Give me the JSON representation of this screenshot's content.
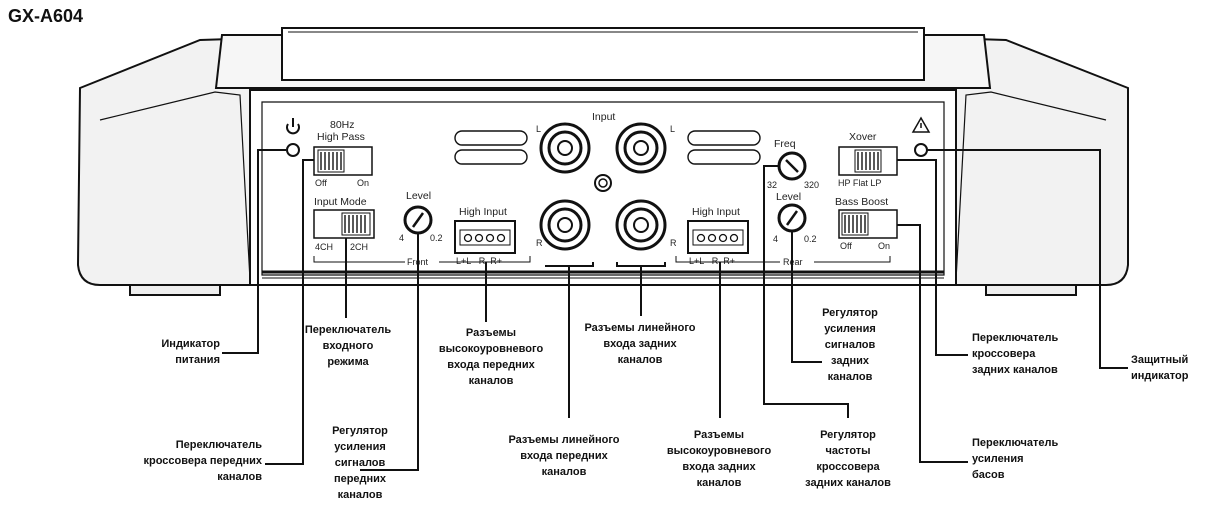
{
  "model": "GX-A604",
  "panel": {
    "hp_freq": "80Hz",
    "hp_title": "High Pass",
    "hp_off": "Off",
    "hp_on": "On",
    "im_title": "Input Mode",
    "im_4ch": "4CH",
    "im_2ch": "2CH",
    "level_front": "Level",
    "level_front_min": "4",
    "level_front_max": "0.2",
    "high_input_front": "High Input",
    "high_input_front_pins": "L+L– R–R+",
    "front_label": "Front",
    "input_label": "Input",
    "rca_l_top_left": "L",
    "rca_l_top_right": "L",
    "rca_r_bottom_left": "R",
    "rca_r_bottom_right": "R",
    "high_input_rear": "High Input",
    "high_input_rear_pins": "L+L– R–R+",
    "rear_label": "Rear",
    "freq": "Freq",
    "freq_min": "32",
    "freq_max": "320",
    "level_rear": "Level",
    "level_rear_min": "4",
    "level_rear_max": "0.2",
    "xover": "Xover",
    "xover_opts": "HP Flat LP",
    "bass_boost": "Bass Boost",
    "bb_off": "Off",
    "bb_on": "On"
  },
  "callouts": {
    "power_indicator": "Индикатор\nпитания",
    "input_mode_switch": "Переключатель\nвходного\nрежима",
    "front_high_inputs": "Разъемы\nвысокоуровневого\nвхода передних\nканалов",
    "rear_line_inputs": "Разъемы линейного\nвхода задних\nканалов",
    "rear_gain": "Регулятор\nусиления\nсигналов\nзадних\nканалов",
    "rear_xover_switch": "Переключатель\nкроссовера\nзадних каналов",
    "protection_indicator": "Защитный\nиндикатор",
    "front_xover_switch": "Переключатель\nкроссовера передних\nканалов",
    "front_gain": "Регулятор\nусиления\nсигналов\nпередних\nканалов",
    "front_line_inputs": "Разъемы линейного\nвхода передних\nканалов",
    "rear_high_inputs": "Разъемы\nвысокоуровневого\nвхода задних\nканалов",
    "rear_freq": "Регулятор\nчастоты\nкроссовера\nзадних каналов",
    "bass_boost_switch": "Переключатель\nусиления\nбасов"
  }
}
